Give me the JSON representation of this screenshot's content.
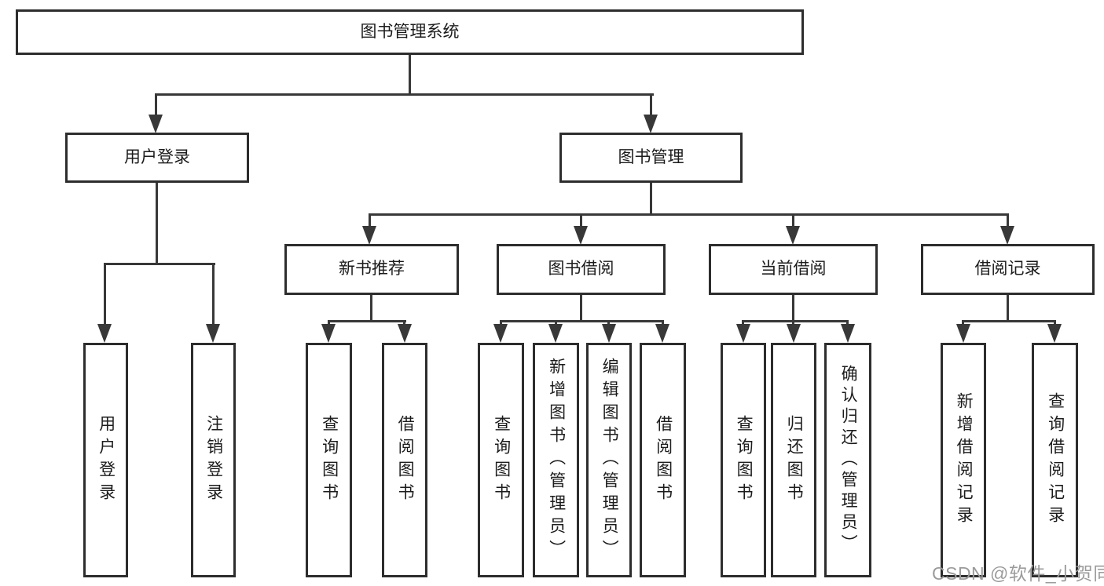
{
  "diagram": {
    "root": {
      "label": "图书管理系统"
    },
    "branches": [
      {
        "label": "用户登录",
        "children": [
          {
            "label": "用户登录"
          },
          {
            "label": "注销登录"
          }
        ]
      },
      {
        "label": "图书管理",
        "children": [
          {
            "label": "新书推荐",
            "children": [
              {
                "label": "查询图书"
              },
              {
                "label": "借阅图书"
              }
            ]
          },
          {
            "label": "图书借阅",
            "children": [
              {
                "label": "查询图书"
              },
              {
                "label": "新增图书（管理员）"
              },
              {
                "label": "编辑图书（管理员）"
              },
              {
                "label": "借阅图书"
              }
            ]
          },
          {
            "label": "当前借阅",
            "children": [
              {
                "label": "查询图书"
              },
              {
                "label": "归还图书"
              },
              {
                "label": "确认归还（管理员）"
              }
            ]
          },
          {
            "label": "借阅记录",
            "children": [
              {
                "label": "新增借阅记录"
              },
              {
                "label": "查询借阅记录"
              }
            ]
          }
        ]
      }
    ]
  },
  "watermark": {
    "text": "CSDN @软件_小贺同学"
  },
  "colors": {
    "line": "#383838",
    "box_border": "#2d2d2d",
    "text": "#1c1c1c",
    "watermark": "#9b9b9b",
    "background": "#ffffff"
  }
}
